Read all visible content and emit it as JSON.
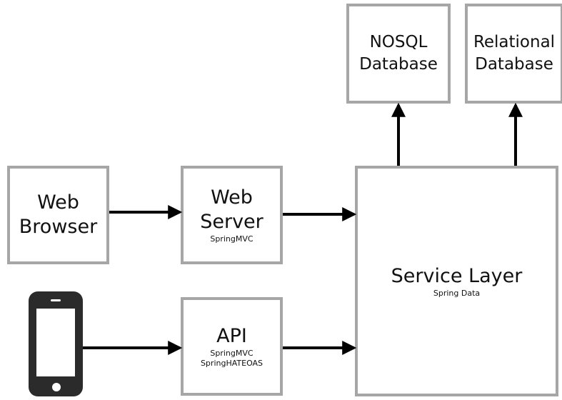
{
  "nodes": {
    "web_browser": {
      "lines": [
        "Web",
        "Browser"
      ]
    },
    "web_server": {
      "lines": [
        "Web",
        "Server"
      ],
      "sub": [
        "SpringMVC"
      ]
    },
    "api": {
      "lines": [
        "API"
      ],
      "sub": [
        "SpringMVC",
        "SpringHATEOAS"
      ]
    },
    "service_layer": {
      "lines": [
        "Service Layer"
      ],
      "sub": [
        "Spring Data"
      ]
    },
    "nosql_db": {
      "lines": [
        "NOSQL",
        "Database"
      ]
    },
    "relational_db": {
      "lines": [
        "Relational",
        "Database"
      ]
    }
  },
  "icons": {
    "mobile": "smartphone-icon"
  },
  "colors": {
    "box_border": "#a6a6a6",
    "arrow": "#000000",
    "phone_body": "#2b2b2b",
    "phone_screen": "#ffffff"
  }
}
